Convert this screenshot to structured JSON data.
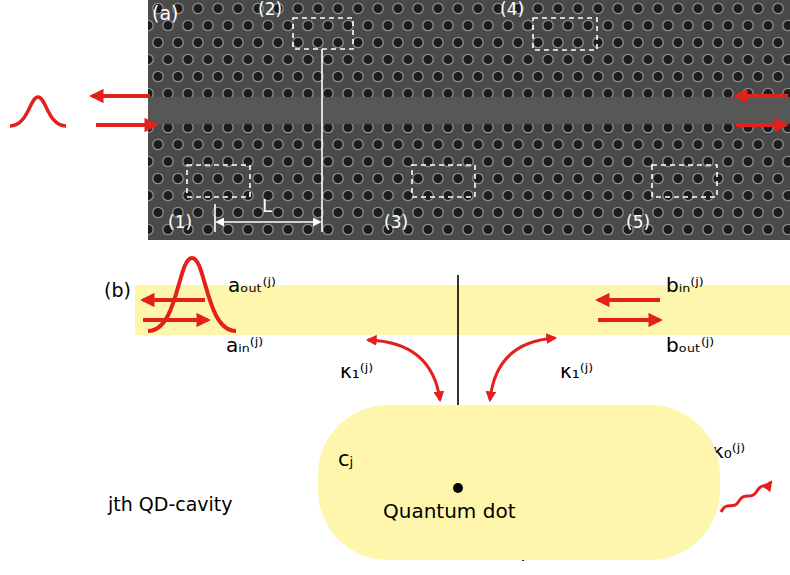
{
  "diagram": {
    "nodes": [
      {
        "text": [
          "cⱼ",
          "Quantum dot"
        ]
      }
    ],
    "labels": [
      "(a)",
      "(2)",
      "(4)",
      "(1)",
      "(3)",
      "(5)",
      "L",
      "(b)",
      "aₒᵤₜ⁽ʲ⁾",
      "aᵢₙ⁽ʲ⁾",
      "bᵢₙ⁽ʲ⁾",
      "bₒᵤₜ⁽ʲ⁾",
      "κ₁⁽ʲ⁾",
      "κ₁⁽ʲ⁾",
      "κ₀⁽ʲ⁾",
      "jth QD-cavity",
      "Miror plane"
    ]
  }
}
